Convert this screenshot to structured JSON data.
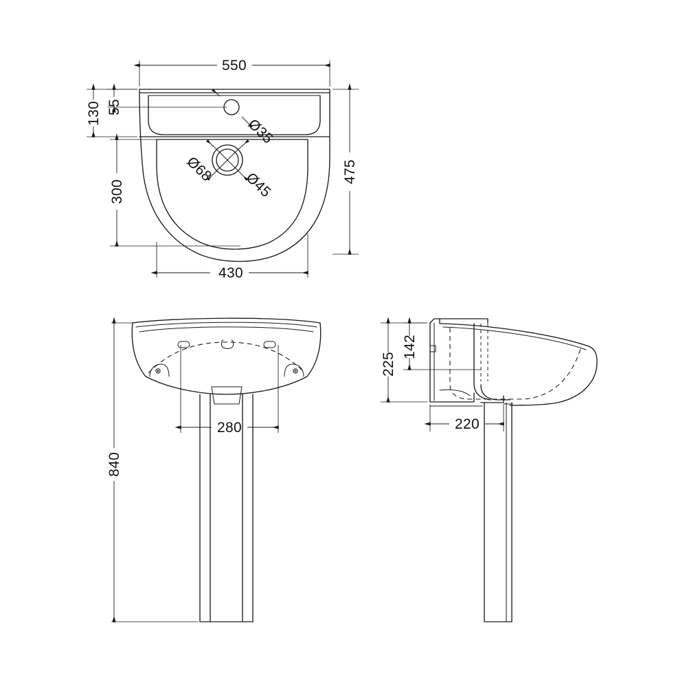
{
  "drawing": {
    "title": "Basin and pedestal technical dimension drawing",
    "units": "mm",
    "line_color": "#1a1a1a",
    "background_color": "#ffffff",
    "views": [
      {
        "id": "top",
        "name": "Top / plan view of basin"
      },
      {
        "id": "front",
        "name": "Front elevation of basin with pedestal"
      },
      {
        "id": "side",
        "name": "Side elevation of basin with pedestal"
      }
    ]
  },
  "dimensions": {
    "top_view": {
      "overall_width": "550",
      "overall_depth": "475",
      "back_ledge_depth": "130",
      "taphole_setback": "55",
      "bowl_depth": "300",
      "bowl_width": "430",
      "taphole_dia": "Ø35",
      "waste_outer_dia": "Ø68",
      "waste_inner_dia": "Ø45"
    },
    "front_view": {
      "total_height": "840",
      "bracket_centres": "280"
    },
    "side_view": {
      "back_height": "225",
      "inner_back_height": "142",
      "projection": "220"
    }
  },
  "labels": {
    "w550": "550",
    "d475": "475",
    "d130": "130",
    "d55": "55",
    "d300": "300",
    "w430": "430",
    "dia35": "Ø35",
    "dia68": "Ø68",
    "dia45": "Ø45",
    "h840": "840",
    "w280": "280",
    "h225": "225",
    "h142": "142",
    "p220": "220"
  }
}
